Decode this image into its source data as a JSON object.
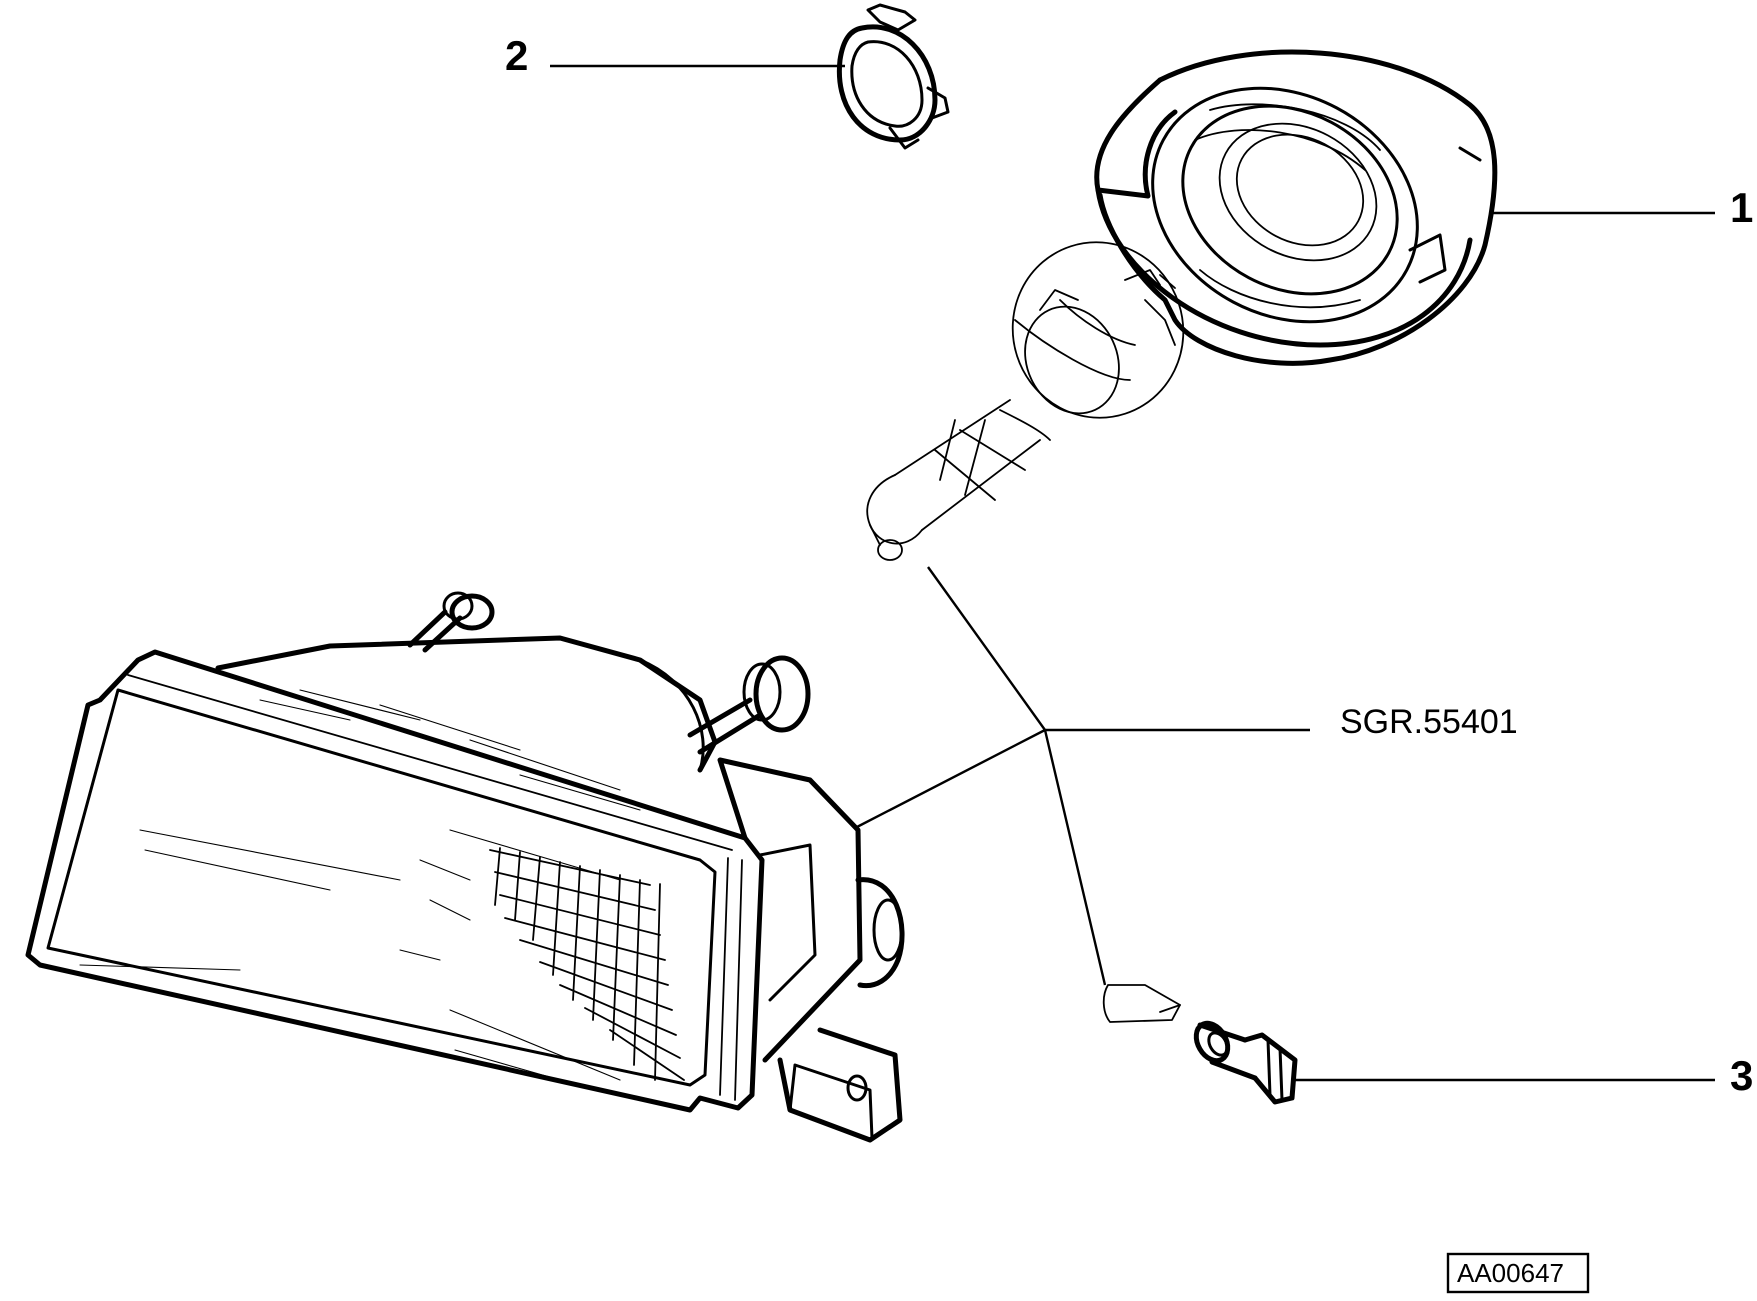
{
  "parts": [
    {
      "id": "1",
      "item": "bulb-holder-ring"
    },
    {
      "id": "2",
      "item": "retaining-spring-clip"
    },
    {
      "id": "3",
      "item": "side-light-bulb-holder"
    }
  ],
  "group_reference": "SGR.55401",
  "drawing_code": "AA00647"
}
